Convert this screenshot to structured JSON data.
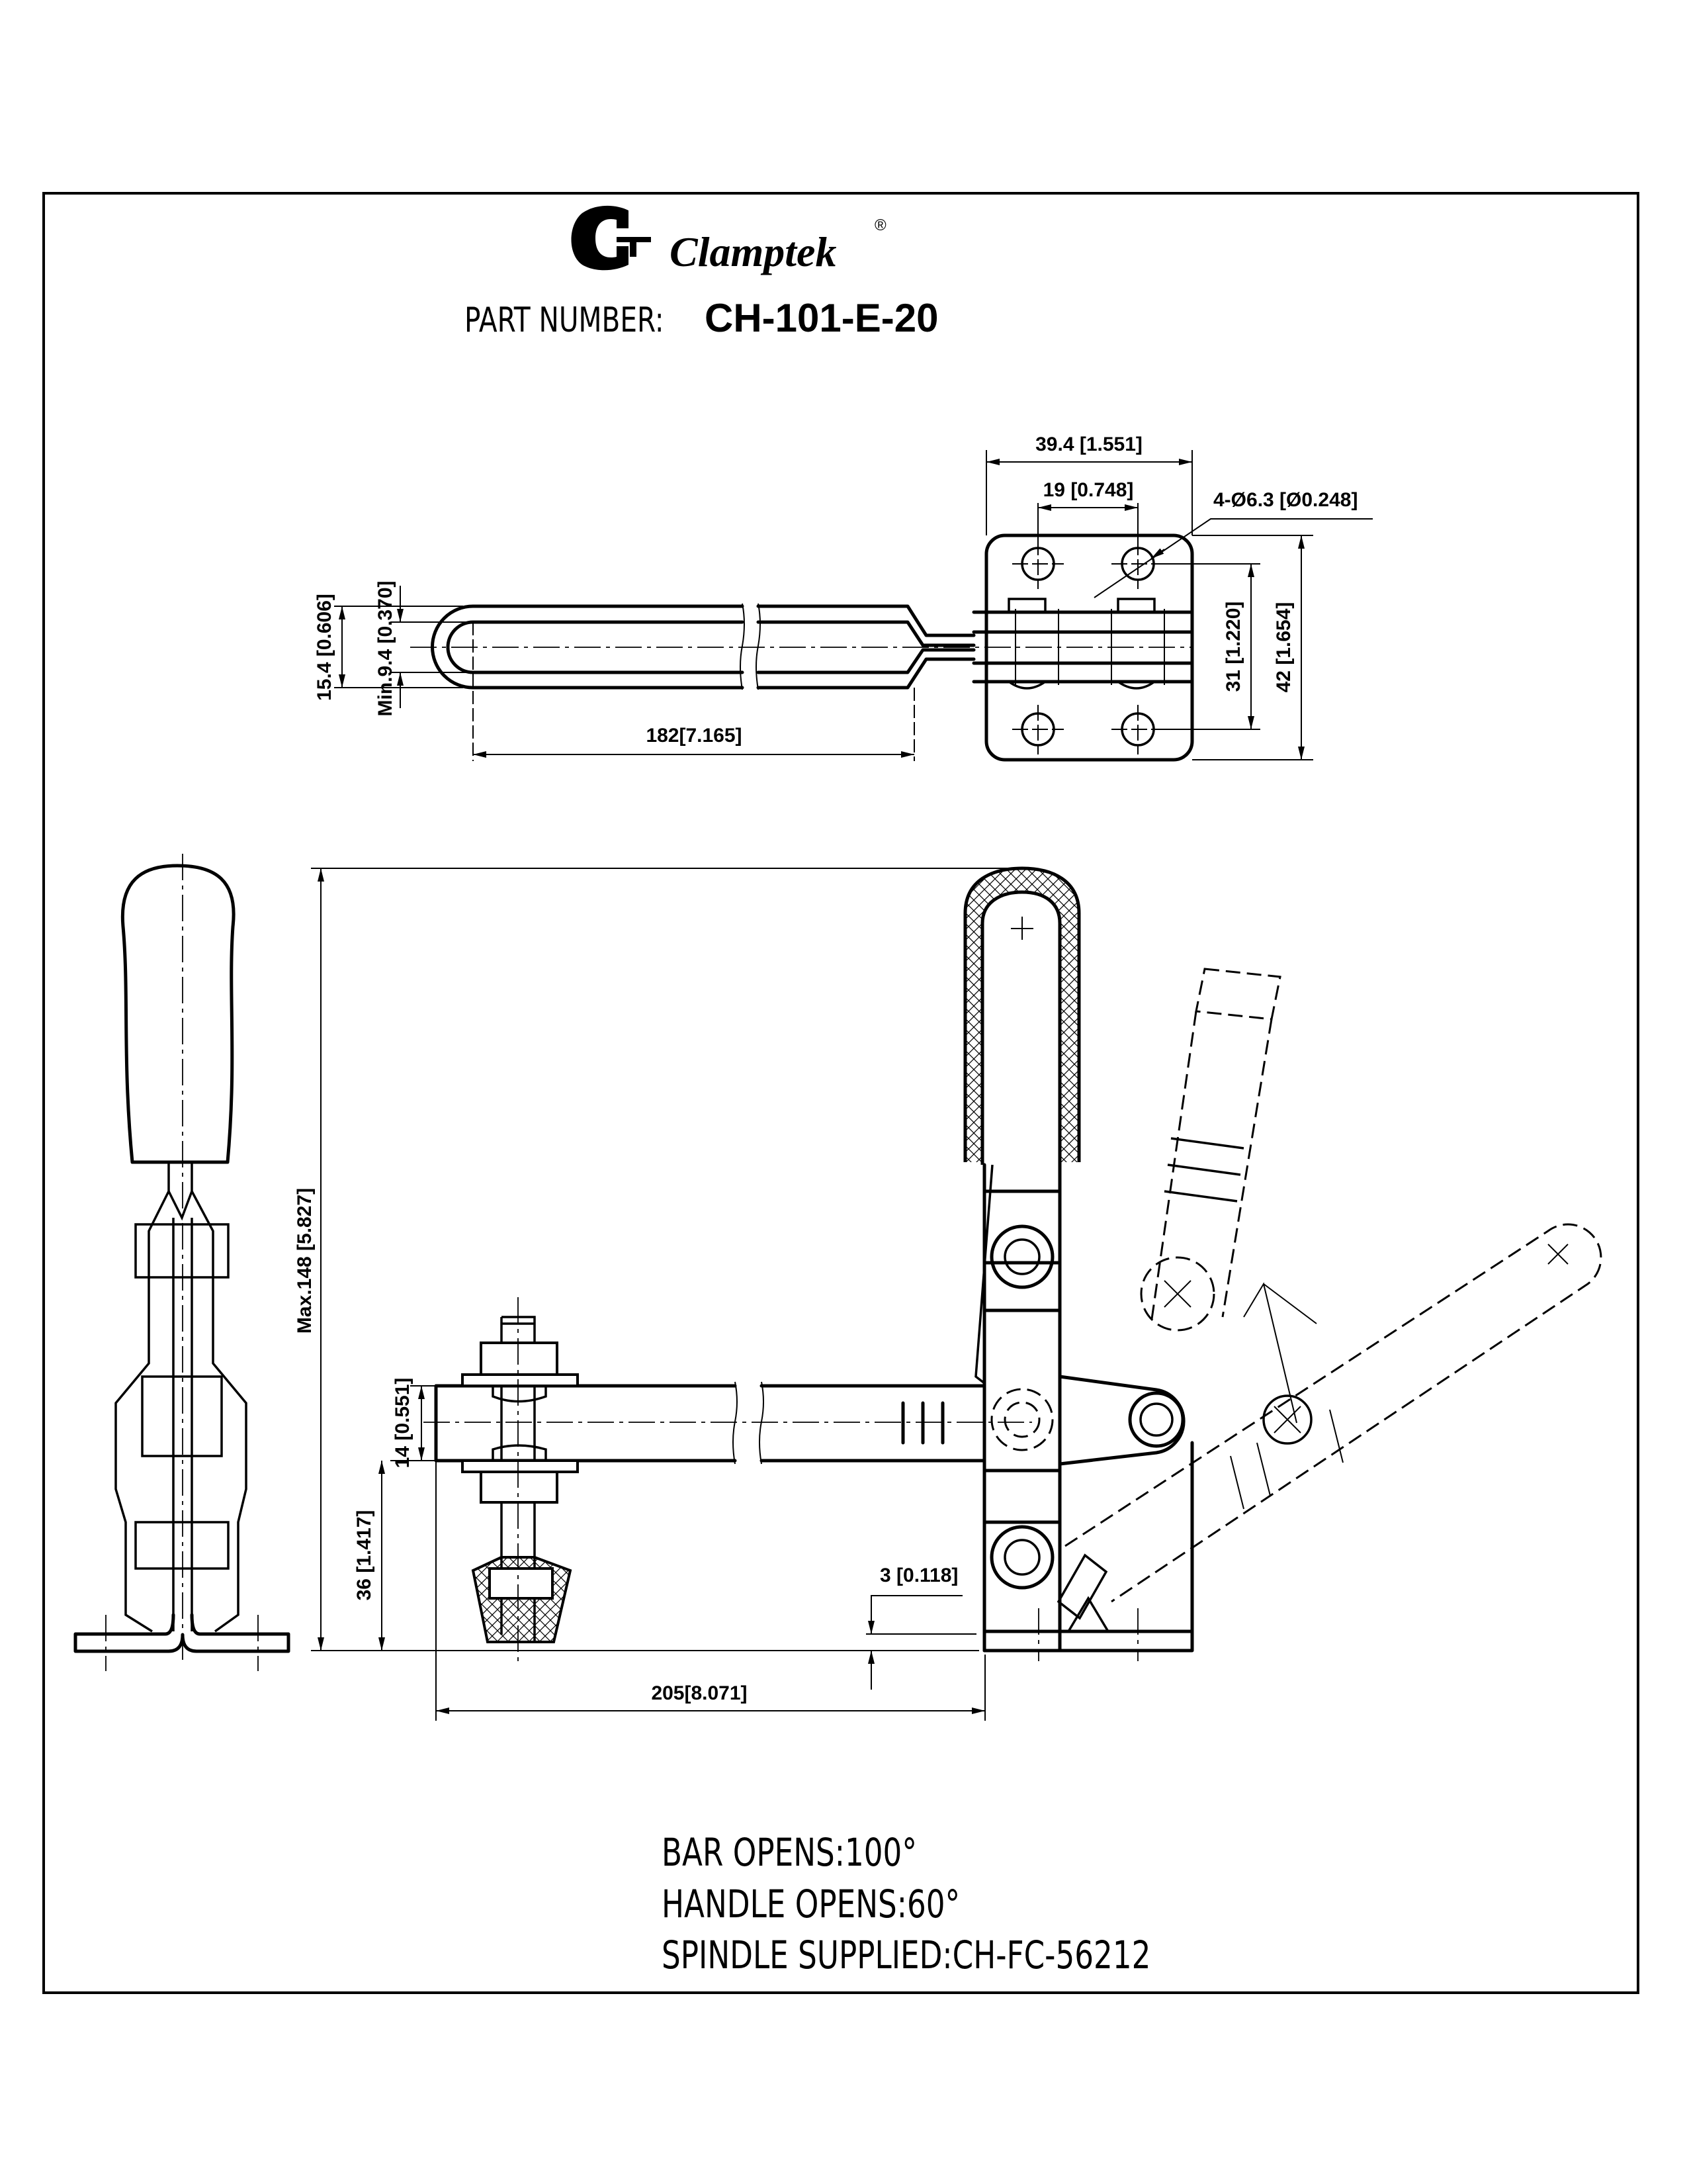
{
  "header": {
    "brand_name": "Clamptek",
    "registered_mark": "®",
    "part_number_label": "PART NUMBER:",
    "part_number": "CH-101-E-20"
  },
  "top_view": {
    "overall_width": "39.4 [1.551]",
    "hole_spacing_x": "19 [0.748]",
    "holes": "4-Ø6.3 [Ø0.248]",
    "hole_spacing_y": "31 [1.220]",
    "plate_height": "42 [1.654]",
    "handle_width": "15.4 [0.606]",
    "handle_inner_min": "Min.9.4 [0.370]",
    "handle_length": "182[7.165]"
  },
  "front_view": {
    "max_height": "Max.148 [5.827]",
    "bar_thickness": "14 [0.551]",
    "bar_height": "36 [1.417]",
    "base_offset": "3 [0.118]",
    "reach": "205[8.071]"
  },
  "notes": [
    "BAR OPENS:100°",
    "HANDLE OPENS:60°",
    "SPINDLE SUPPLIED:CH-FC-56212"
  ]
}
